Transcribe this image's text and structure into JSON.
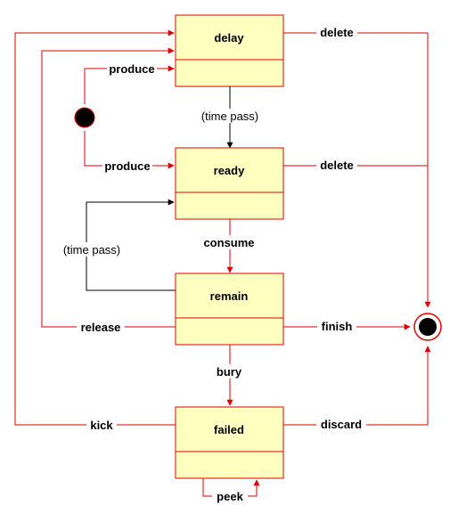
{
  "states": {
    "delay": "delay",
    "ready": "ready",
    "remain": "remain",
    "failed": "failed"
  },
  "edges": {
    "produce_to_delay": "produce",
    "produce_to_ready": "produce",
    "time_pass_delay_ready": "(time pass)",
    "time_pass_remain_ready": "(time pass)",
    "consume": "consume",
    "bury": "bury",
    "release": "release",
    "kick": "kick",
    "peek": "peek",
    "delete_from_delay": "delete",
    "delete_from_ready": "delete",
    "finish": "finish",
    "discard": "discard"
  },
  "colors": {
    "state_fill": "#ffffc0",
    "border_red": "#e00000",
    "line_black": "#000000",
    "initial_fill": "#000000",
    "final_ring": "#e00000"
  }
}
